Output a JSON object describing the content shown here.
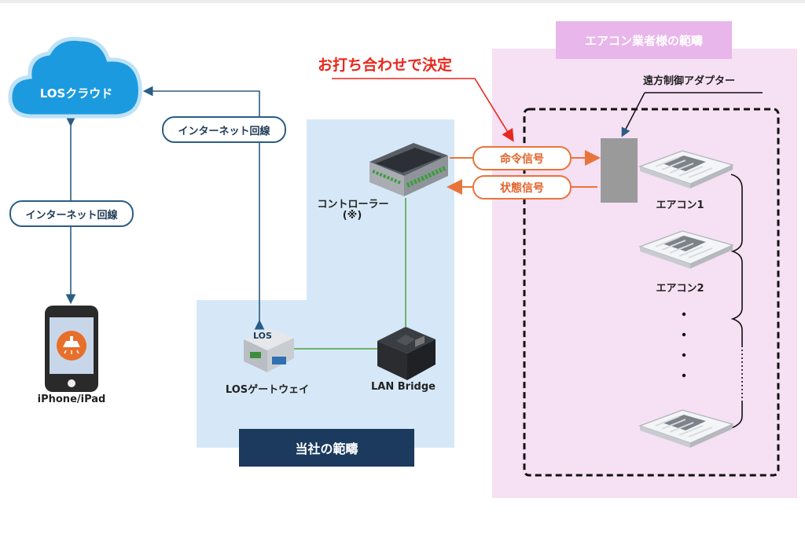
{
  "cloud": {
    "label": "LOSクラウド"
  },
  "links": {
    "internet_top": "インターネット回線",
    "internet_left": "インターネット回線"
  },
  "devices": {
    "phone": "iPhone/iPad",
    "controller": "コントローラー",
    "controller_note": "(※)",
    "gateway": "LOSゲートウェイ",
    "bridge": "LAN Bridge",
    "adapter": "遠方制御アダプター",
    "ac1": "エアコン1",
    "ac2": "エアコン2"
  },
  "signals": {
    "command": "命令信号",
    "status": "状態信号"
  },
  "annotation": "お打ち合わせで決定",
  "zones": {
    "ours": "当社の範疇",
    "ac_vendor": "エアコン業者様の範疇"
  },
  "colors": {
    "light_blue_zone": "#d6e8f7",
    "pink_zone": "#f6e0f4",
    "navy": "#1b3a5e",
    "orange": "#e9743a",
    "red": "#e8281e",
    "green_line": "#4aa33a"
  }
}
